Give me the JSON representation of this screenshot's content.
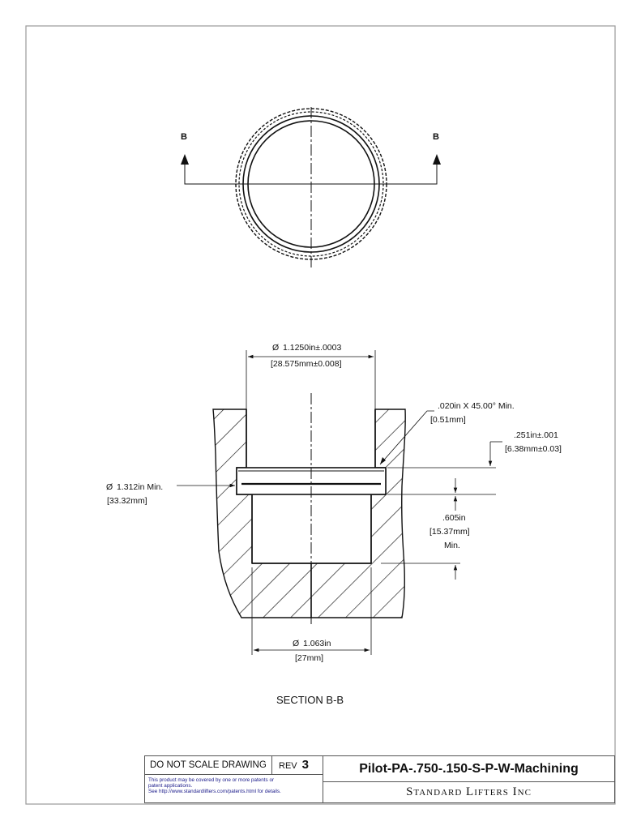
{
  "top_view": {
    "section_marker_left": "B",
    "section_marker_right": "B"
  },
  "section_view": {
    "caption": "SECTION B-B",
    "dim_bore_diameter": {
      "symbol": "Ø",
      "imperial": "1.1250in±.0003",
      "metric": "[28.575mm±0.008]"
    },
    "dim_chamfer": {
      "imperial": ".020in   X 45.00° Min.",
      "metric": "[0.51mm]"
    },
    "dim_groove_width": {
      "imperial": ".251in±.001",
      "metric": "[6.38mm±0.03]"
    },
    "dim_groove_diameter": {
      "symbol": "Ø",
      "imperial": "1.312in  Min.",
      "metric": "[33.32mm]"
    },
    "dim_depth": {
      "imperial": ".605in",
      "metric": "[15.37mm]",
      "note": "Min."
    },
    "dim_lower_diameter": {
      "symbol": "Ø",
      "imperial": "1.063in",
      "metric": "[27mm]"
    }
  },
  "title_block": {
    "do_not_scale": "DO NOT SCALE DRAWING",
    "rev_label": "REV",
    "rev_value": "3",
    "patent_line1": "This product may be covered by one or more patents or",
    "patent_line2": "patent applications.",
    "patent_line3": "See http://www.standardlifters.com/patents.html for details.",
    "part_number": "Pilot-PA-.750-.150-S-P-W-Machining",
    "company": "Standard Lifters Inc"
  }
}
